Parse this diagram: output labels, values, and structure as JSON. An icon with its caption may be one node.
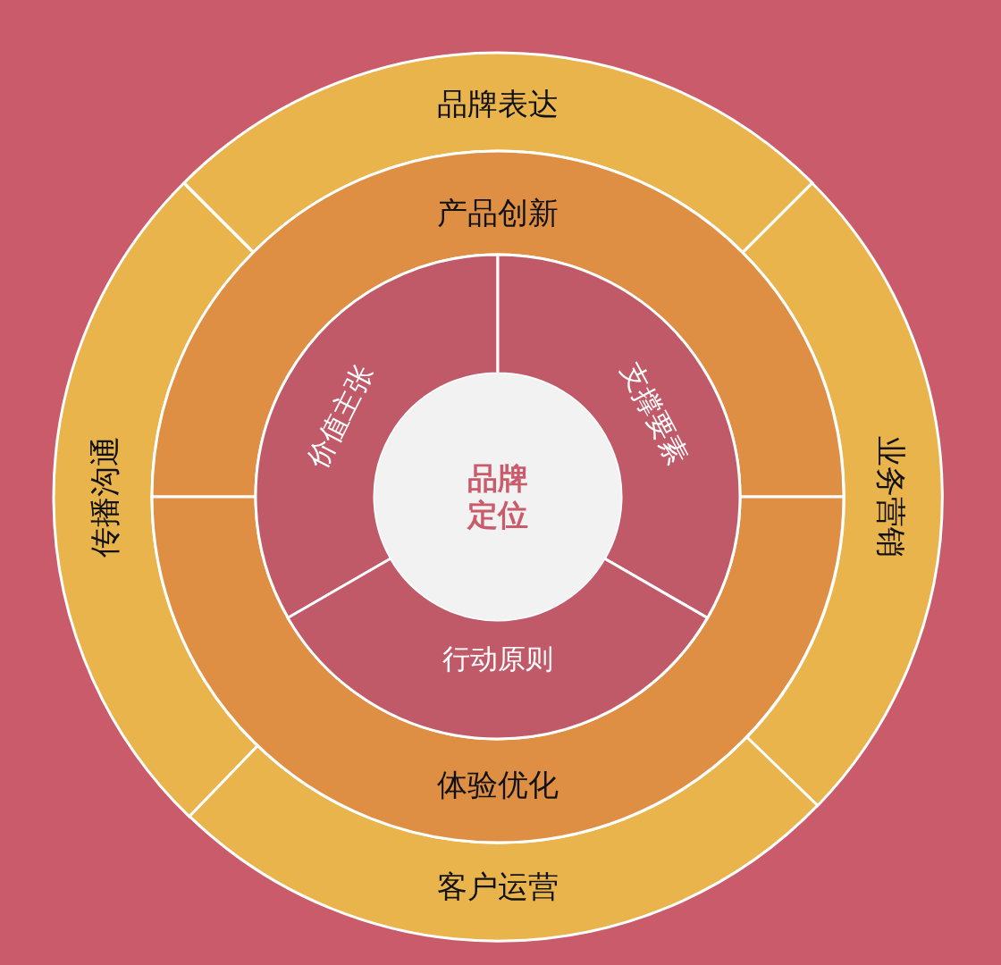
{
  "diagram": {
    "nodes": [
      {
        "text": [
          "品牌表达"
        ]
      },
      {
        "text": [
          "传播沟通"
        ]
      },
      {
        "text": [
          "业务营销"
        ]
      },
      {
        "text": [
          "客户运营"
        ]
      },
      {
        "text": [
          "产品创新"
        ]
      },
      {
        "text": [
          "体验优化"
        ]
      },
      {
        "text": [
          "价值主张"
        ]
      },
      {
        "text": [
          "支撑要素"
        ]
      },
      {
        "text": [
          "行动原则"
        ]
      },
      {
        "text": [
          "品牌定位"
        ]
      }
    ]
  }
}
